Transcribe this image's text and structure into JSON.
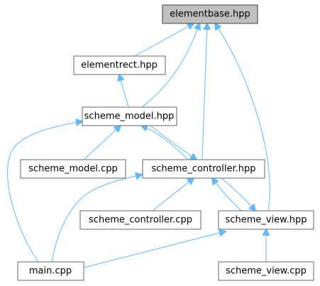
{
  "diagram": {
    "nodes": {
      "elementbase": {
        "label": "elementbase.hpp",
        "highlighted": true
      },
      "elementrect": {
        "label": "elementrect.hpp"
      },
      "scheme_model": {
        "label": "scheme_model.hpp"
      },
      "scheme_model_cpp": {
        "label": "scheme_model.cpp"
      },
      "scheme_controller": {
        "label": "scheme_controller.hpp"
      },
      "scheme_controller_cpp": {
        "label": "scheme_controller.cpp"
      },
      "scheme_view": {
        "label": "scheme_view.hpp"
      },
      "main_cpp": {
        "label": "main.cpp"
      },
      "scheme_view_cpp": {
        "label": "scheme_view.cpp"
      }
    },
    "edges": [
      {
        "from": "elementrect",
        "to": "elementbase"
      },
      {
        "from": "scheme_model",
        "to": "elementbase"
      },
      {
        "from": "scheme_controller",
        "to": "elementbase"
      },
      {
        "from": "scheme_view",
        "to": "elementbase"
      },
      {
        "from": "scheme_model",
        "to": "elementrect"
      },
      {
        "from": "scheme_model_cpp",
        "to": "scheme_model"
      },
      {
        "from": "scheme_controller",
        "to": "scheme_model"
      },
      {
        "from": "main_cpp",
        "to": "scheme_model"
      },
      {
        "from": "scheme_model",
        "to": "scheme_controller"
      },
      {
        "from": "scheme_controller_cpp",
        "to": "scheme_controller"
      },
      {
        "from": "scheme_view",
        "to": "scheme_controller"
      },
      {
        "from": "main_cpp",
        "to": "scheme_controller"
      },
      {
        "from": "scheme_controller",
        "to": "scheme_view"
      },
      {
        "from": "main_cpp",
        "to": "scheme_view"
      },
      {
        "from": "scheme_view_cpp",
        "to": "scheme_view"
      }
    ],
    "colors": {
      "edge": "#63b8ff",
      "node_border": "#666666",
      "node_fill": "#ffffff",
      "highlight_fill": "#bfbfbf",
      "highlight_border": "#404040"
    }
  }
}
